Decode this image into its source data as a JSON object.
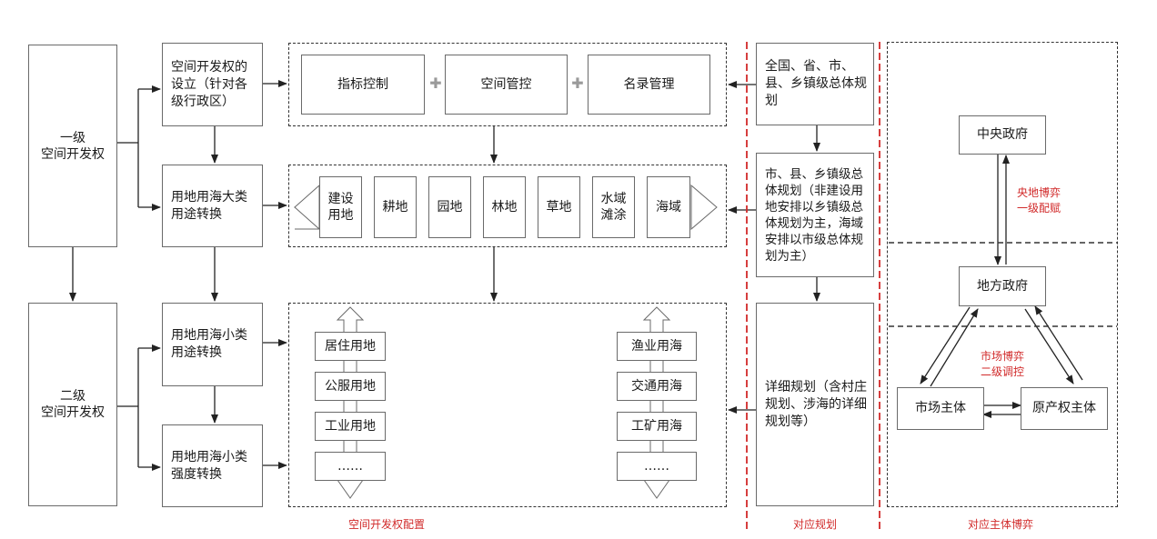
{
  "level1": {
    "primary": "一级\n空间开发权",
    "secondary": "二级\n空间开发权"
  },
  "mid": {
    "setup": "空间开发权的设立（针对各级行政区）",
    "major_use": "用地用海大类用途转换",
    "minor_use": "用地用海小类用途转换",
    "minor_intensity": "用地用海小类强度转换"
  },
  "row1": {
    "items": [
      "指标控制",
      "空间管控",
      "名录管理"
    ],
    "plus": "✚"
  },
  "row2": {
    "items": [
      "建设\n用地",
      "耕地",
      "园地",
      "林地",
      "草地",
      "水域\n滩涂",
      "海域"
    ]
  },
  "row3": {
    "land": [
      "居住用地",
      "公服用地",
      "工业用地",
      "……"
    ],
    "sea": [
      "渔业用海",
      "交通用海",
      "工矿用海",
      "……"
    ]
  },
  "planning": {
    "national": "全国、省、市、县、乡镇级总体规划",
    "county": "市、县、乡镇级总体规划（非建设用地安排以乡镇级总体规划为主，海域安排以市级总体规划为主）",
    "detailed": "详细规划（含村庄规划、涉海的详细规划等）"
  },
  "game": {
    "central": "中央政府",
    "local": "地方政府",
    "market": "市场主体",
    "owner": "原产权主体",
    "game1": "央地博弈\n一级配赋",
    "game2": "市场博弈\n二级调控"
  },
  "captions": {
    "config": "空间开发权配置",
    "planning": "对应规划",
    "subjects": "对应主体博弈"
  },
  "colors": {
    "accent": "#d12a2a",
    "plus": "#9a9a9a"
  }
}
